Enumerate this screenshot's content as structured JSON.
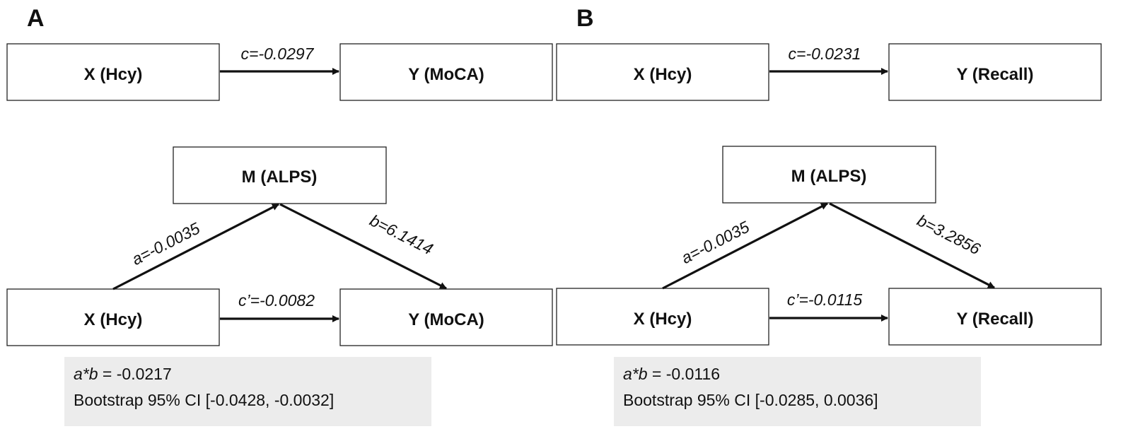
{
  "panels": {
    "A": {
      "label": "A",
      "total": {
        "x_label": "X (Hcy)",
        "y_label": "Y (MoCA)",
        "c_label": "c=-0.0297"
      },
      "mediation": {
        "m_label": "M (ALPS)",
        "x_label": "X (Hcy)",
        "y_label": "Y (MoCA)",
        "a_label": "a=-0.0035",
        "b_label": "b=6.1414",
        "c_prime_label": "c’=-0.0082"
      },
      "indirect": {
        "ab_symbol": "a*b",
        "ab_value": " = -0.0217",
        "ci_label": "Bootstrap 95% CI [-0.0428, -0.0032]"
      }
    },
    "B": {
      "label": "B",
      "total": {
        "x_label": "X (Hcy)",
        "y_label": "Y (Recall)",
        "c_label": "c=-0.0231"
      },
      "mediation": {
        "m_label": "M (ALPS)",
        "x_label": "X (Hcy)",
        "y_label": "Y (Recall)",
        "a_label": "a=-0.0035",
        "b_label": "b=3.2856",
        "c_prime_label": "c’=-0.0115"
      },
      "indirect": {
        "ab_symbol": "a*b",
        "ab_value": " = -0.0116",
        "ci_label": "Bootstrap 95% CI [-0.0285, 0.0036]"
      }
    }
  }
}
